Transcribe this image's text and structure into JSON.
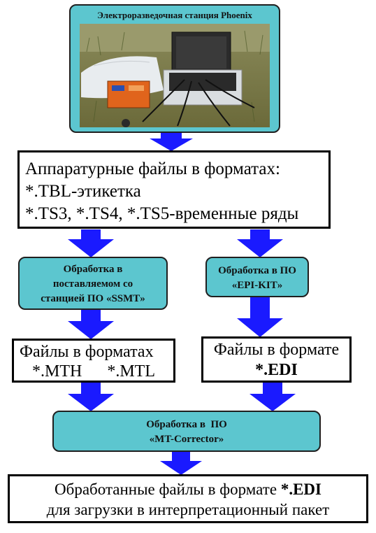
{
  "station": {
    "title": "Электроразведочная станция Phoenix"
  },
  "hardware_files": {
    "line1": "Аппаратурные файлы в форматах:",
    "line2": "*.TBL-этикетка",
    "line3": "*.TS3, *.TS4, *.TS5-временные ряды"
  },
  "ssmt": {
    "line1": "Обработка в",
    "line2": "поставляемом со",
    "line3": "станцией ПО «SSMT»"
  },
  "epikit": {
    "line1": "Обработка в ПО",
    "line2": "«EPI-KIT»"
  },
  "mth_files": {
    "line1": "Файлы в форматах",
    "format1": "*.MTH",
    "format2": "*.MTL"
  },
  "edi_files": {
    "line1": "Файлы в формате",
    "format": "*.EDI"
  },
  "mt_corrector": {
    "line1": "Обработка в  ПО",
    "line2": "«MT-Corrector»"
  },
  "final": {
    "line1_prefix": "Обработанные файлы в формате ",
    "line1_format": "*.EDI",
    "line2": "для загрузки в интерпретационный пакет"
  },
  "colors": {
    "process_fill": "#5cc6cf",
    "arrow": "#1a1aff"
  }
}
